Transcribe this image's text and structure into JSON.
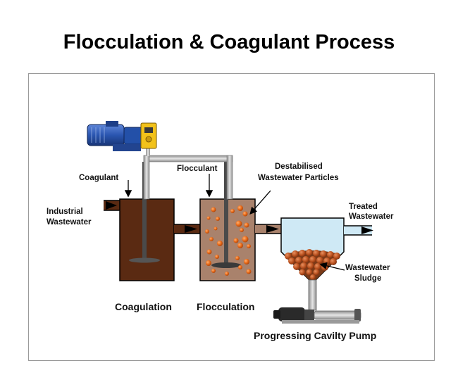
{
  "title": "Flocculation & Coagulant Process",
  "labels": {
    "coagulant": "Coagulant",
    "flocculant": "Flocculant",
    "destabilised_line1": "Destabilised",
    "destabilised_line2": "Wastewater Particles",
    "industrial_line1": "Industrial",
    "industrial_line2": "Wastewater",
    "treated_line1": "Treated",
    "treated_line2": "Wastewater",
    "sludge_line1": "Wastewater",
    "sludge_line2": "Sludge",
    "coagulation": "Coagulation",
    "flocculation": "Flocculation",
    "pump": "Progressing Cavilty Pump"
  },
  "colors": {
    "coagulation_tank": "#5a2a12",
    "flocculation_tank": "#a9826c",
    "particles": "#f07a20",
    "clear_water": "#cfe9f5",
    "pipe": "#b8b8b8",
    "motor": "#2a55b0",
    "dosing_pump": "#f2c21a"
  }
}
